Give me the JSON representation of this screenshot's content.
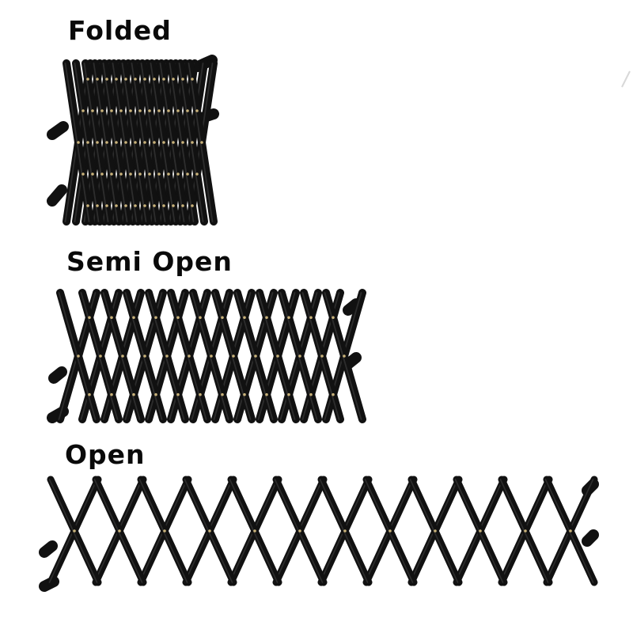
{
  "labels": {
    "folded": "Folded",
    "semi_open": "Semi Open",
    "open": "Open"
  },
  "colors": {
    "rack": "#111111",
    "rack_highlight": "#3a3a3a",
    "rivet": "#c9b27a",
    "background": "#ffffff"
  },
  "items": [
    {
      "name": "folded-rack",
      "state": "Folded"
    },
    {
      "name": "semi-open-rack",
      "state": "Semi Open"
    },
    {
      "name": "open-rack",
      "state": "Open"
    }
  ]
}
